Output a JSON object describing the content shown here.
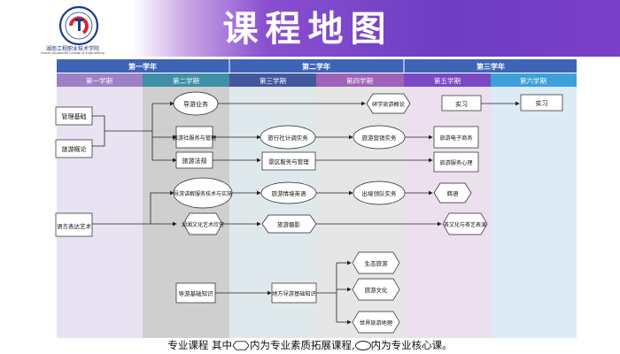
{
  "title": "课程地图",
  "logo": {
    "school_name": "湖南工程职业技术学院",
    "school_name_en": "Hunan Vocational College of Engineering",
    "glyph": "C"
  },
  "years": [
    "第一学年",
    "第二学年",
    "第三学年"
  ],
  "terms": [
    "第一学期",
    "第二学期",
    "第三学期",
    "第四学期",
    "第五学期",
    "第六学期"
  ],
  "courses": {
    "guanli_jichu": "管理基础",
    "lvyou_gailun": "旅游概论",
    "yuyan_biaoda": "语言表达艺术",
    "daoyou_ye": "导游业务",
    "lvxingshe_fuwu": "旅游社服务与管理",
    "lvyou_fagui": "旅游法规",
    "daoyou_jiangjie": "导游讲解服务技术与实施",
    "xiangxiang_wenhua": "湖湘文化艺术欣赏",
    "daoyou_jichu": "导游基础知识",
    "lvxingshe_jidiao": "旅行社计调实务",
    "jingqu_fuwu": "景区服务与管理",
    "lvyou_qingjing": "旅游情境英语",
    "lvyou_sheying": "旅游摄影",
    "difang_daoyou": "地方导游基础知识",
    "yanxue_lvyou": "研学旅游概论",
    "lvyou_yingxiao": "旅游营销实务",
    "chujing_lingdui": "出境领队实务",
    "shengtai_lvyou": "生态旅游",
    "lvyou_wenhua": "旅游文化",
    "shijie_lvyou": "世界旅游地理",
    "shixi_1": "实习",
    "lvyou_dianzi": "旅游电子商务",
    "lvyou_fuwu_xinli": "旅游服务心理",
    "hanyu": "韩语",
    "chawenhua": "茶文化与茶艺表演",
    "shixi_2": "实习"
  },
  "footnote": {
    "part1": "专业课程  其中",
    "part2": "内为专业素质拓展课程,",
    "part3": "内为专业核心课。"
  },
  "colors": {
    "header_purple": "#7b3fc8",
    "year_bar": "#3e64b6",
    "term1": "#9e80c6",
    "term2": "#3f8fa6",
    "term3": "#43589c",
    "term4": "#9e62b8",
    "term5": "#7a49c4",
    "term6": "#3ea0d8"
  }
}
